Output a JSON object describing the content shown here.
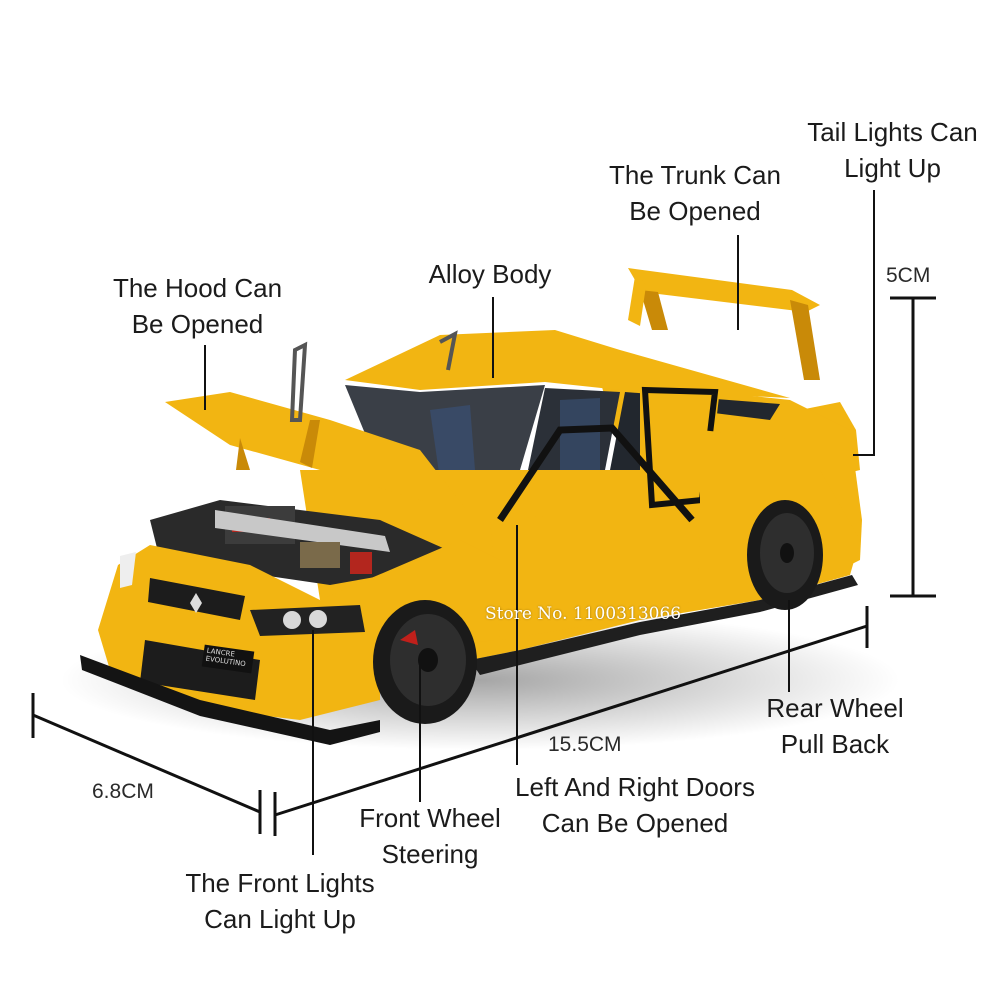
{
  "colors": {
    "body_yellow": "#f2b512",
    "body_shadow": "#c98a08",
    "tire_black": "#1a1a1a",
    "rim_gray": "#2e2e2e",
    "brake_red": "#c0201b"
  },
  "labels": {
    "hood": [
      "The Hood Can",
      "Be Opened"
    ],
    "alloy": [
      "Alloy Body"
    ],
    "trunk": [
      "The Trunk Can",
      "Be Opened"
    ],
    "tail": [
      "Tail Lights Can",
      "Light Up"
    ],
    "rear_wheel": [
      "Rear Wheel",
      "Pull Back"
    ],
    "doors": [
      "Left And Right Doors",
      "Can Be Opened"
    ],
    "front_wheel": [
      "Front Wheel",
      "Steering"
    ],
    "front_lights": [
      "The Front Lights",
      "Can Light Up"
    ]
  },
  "dimensions": {
    "height": "5CM",
    "length": "15.5CM",
    "width": "6.8CM"
  },
  "watermark": "Store No. 1100313066",
  "badge": "LANCRE EVOLUTINO"
}
